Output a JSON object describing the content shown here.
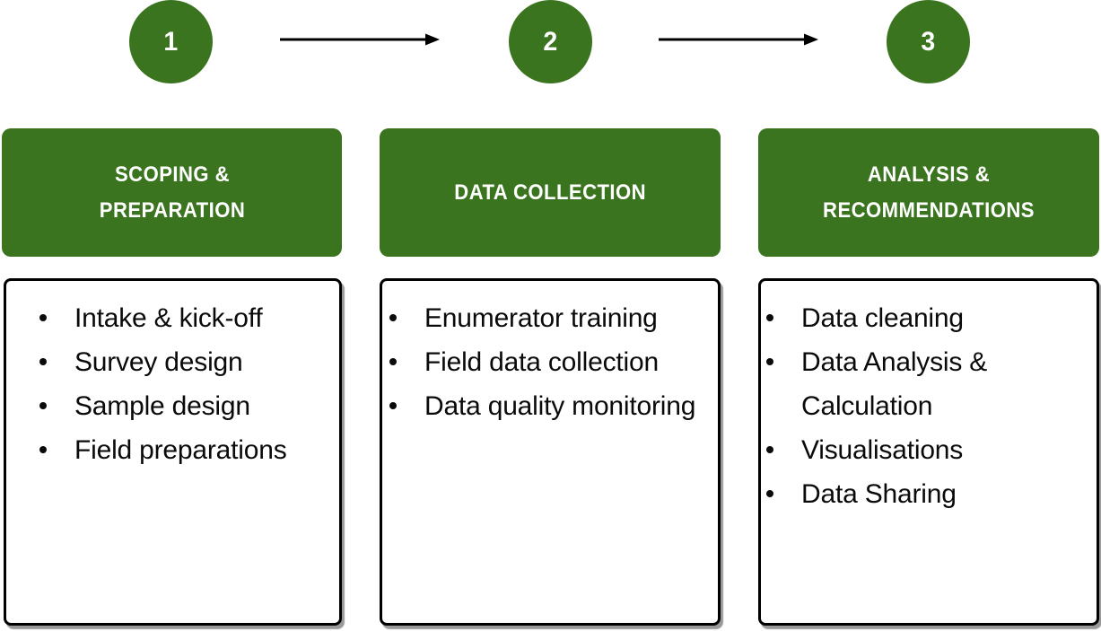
{
  "process": {
    "colors": {
      "step_green": "#3B741F",
      "text_black": "#0A0A0A",
      "background_white": "#FFFFFF"
    },
    "steps": [
      {
        "number": "1",
        "header": "SCOPING & PREPARATION",
        "items": [
          "Intake & kick-off",
          "Survey design",
          "Sample design",
          "Field preparations"
        ]
      },
      {
        "number": "2",
        "header": "DATA COLLECTION",
        "items": [
          "Enumerator training",
          "Field data collection",
          "Data quality monitoring"
        ]
      },
      {
        "number": "3",
        "header": "ANALYSIS & RECOMMENDATIONS",
        "items": [
          "Data cleaning",
          "Data Analysis & Calculation",
          "Visualisations",
          "Data Sharing"
        ]
      }
    ]
  }
}
